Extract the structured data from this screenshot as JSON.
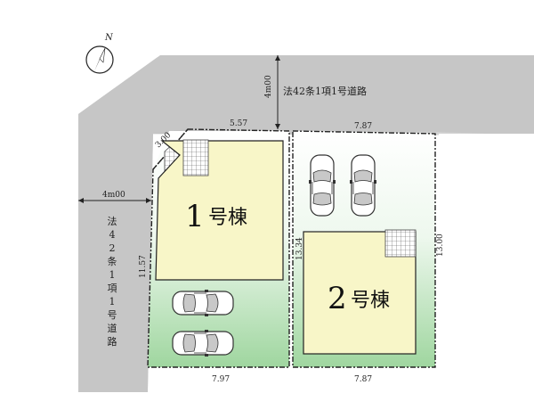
{
  "compass": {
    "north_letter": "N",
    "icon": "north-arrow-icon"
  },
  "road": {
    "top_label": "法42条1項1号道路",
    "left_label": "法42条1項1号道路",
    "top_width": "4m00",
    "left_width": "4m00"
  },
  "lot1": {
    "number": "1",
    "suffix": "号棟",
    "dims": {
      "top": "5.57",
      "corner": "3.00",
      "left": "11.57",
      "bottom": "7.97"
    }
  },
  "lot2": {
    "number": "2",
    "suffix": "号棟",
    "dims": {
      "top": "7.87",
      "left": "13.34",
      "right": "13.00",
      "bottom": "7.87"
    }
  },
  "cars": {
    "lot1": 2,
    "lot2": 2
  },
  "colors": {
    "road": "#c9c9c9",
    "building": "#f8f6c8",
    "yard_green": "#a8dca8",
    "boundary": "#222222",
    "lot_line": "#222222"
  }
}
